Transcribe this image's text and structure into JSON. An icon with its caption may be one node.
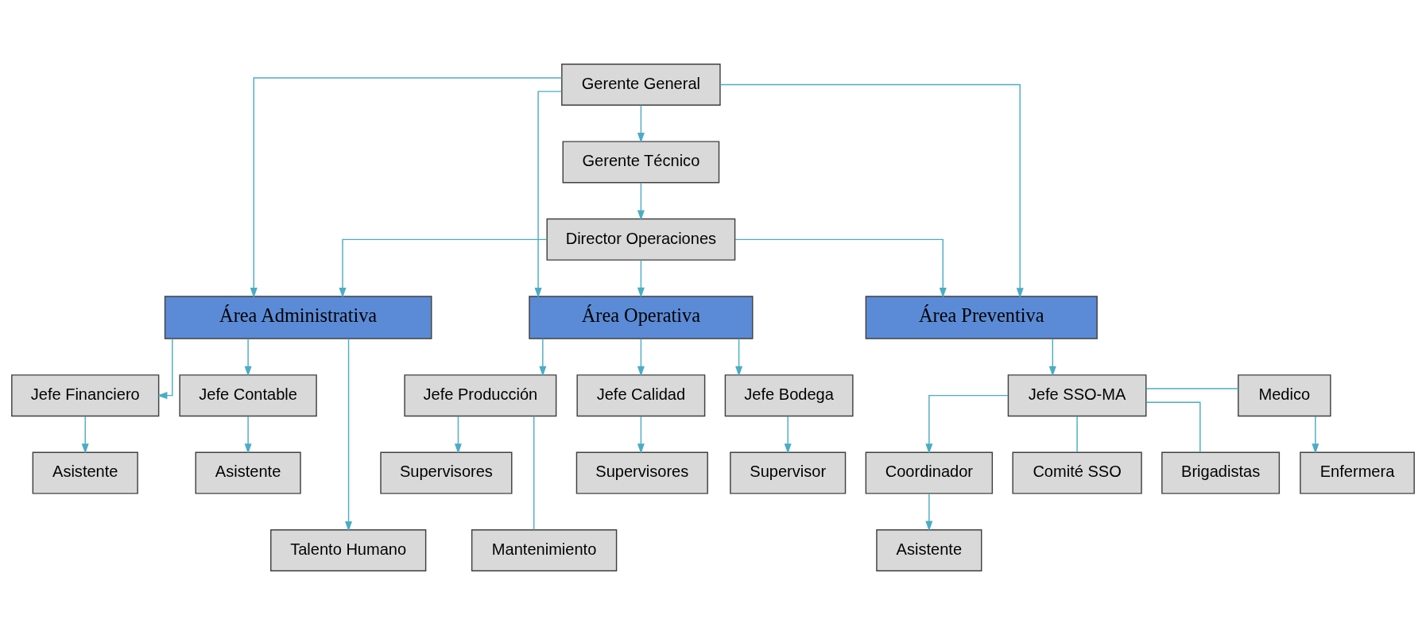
{
  "diagram": {
    "nodes": [
      {
        "text": [
          "Gerente General"
        ]
      },
      {
        "text": [
          "Gerente Técnico"
        ]
      },
      {
        "text": [
          "Director Operaciones"
        ]
      },
      {
        "text": [
          "Área Administrativa"
        ]
      },
      {
        "text": [
          "Área Operativa"
        ]
      },
      {
        "text": [
          "Área Preventiva"
        ]
      },
      {
        "text": [
          "Jefe Financiero"
        ]
      },
      {
        "text": [
          "Jefe Contable"
        ]
      },
      {
        "text": [
          "Jefe Producción"
        ]
      },
      {
        "text": [
          "Jefe Calidad"
        ]
      },
      {
        "text": [
          "Jefe Bodega"
        ]
      },
      {
        "text": [
          "Jefe SSO-MA"
        ]
      },
      {
        "text": [
          "Medico"
        ]
      },
      {
        "text": [
          "Asistente"
        ]
      },
      {
        "text": [
          "Asistente"
        ]
      },
      {
        "text": [
          "Supervisores"
        ]
      },
      {
        "text": [
          "Supervisores"
        ]
      },
      {
        "text": [
          "Supervisor"
        ]
      },
      {
        "text": [
          "Coordinador"
        ]
      },
      {
        "text": [
          "Enfermera"
        ]
      },
      {
        "text": [
          "Talento Humano"
        ]
      },
      {
        "text": [
          "Mantenimiento"
        ]
      },
      {
        "text": [
          "Asistente"
        ]
      },
      {
        "text": [
          "Comité SSO"
        ]
      },
      {
        "text": [
          "Brigadistas"
        ]
      }
    ],
    "edges": [
      {
        "from": 0,
        "to": 1,
        "arrow": "to"
      },
      {
        "from": 1,
        "to": 2,
        "arrow": "to"
      },
      {
        "from": 2,
        "to": 3,
        "arrow": "to"
      },
      {
        "from": 2,
        "to": 4,
        "arrow": "to"
      },
      {
        "from": 2,
        "to": 5,
        "arrow": "to"
      },
      {
        "from": 0,
        "to": 3,
        "arrow": "to"
      },
      {
        "from": 0,
        "to": 4,
        "arrow": "to"
      },
      {
        "from": 0,
        "to": 5,
        "arrow": "to"
      },
      {
        "from": 3,
        "to": 6,
        "arrow": "to"
      },
      {
        "from": 3,
        "to": 7,
        "arrow": "to"
      },
      {
        "from": 3,
        "to": 20,
        "arrow": "to"
      },
      {
        "from": 6,
        "to": 13,
        "arrow": "to"
      },
      {
        "from": 7,
        "to": 14,
        "arrow": "to"
      },
      {
        "from": 4,
        "to": 8,
        "arrow": "to"
      },
      {
        "from": 4,
        "to": 9,
        "arrow": "to"
      },
      {
        "from": 4,
        "to": 10,
        "arrow": "to"
      },
      {
        "from": 8,
        "to": 15,
        "arrow": "to"
      },
      {
        "from": 8,
        "to": 21,
        "arrow": "none"
      },
      {
        "from": 9,
        "to": 16,
        "arrow": "to"
      },
      {
        "from": 10,
        "to": 17,
        "arrow": "to"
      },
      {
        "from": 5,
        "to": 11,
        "arrow": "to"
      },
      {
        "from": 11,
        "to": 12,
        "arrow": "none"
      },
      {
        "from": 12,
        "to": 19,
        "arrow": "to"
      },
      {
        "from": 11,
        "to": 18,
        "arrow": "to"
      },
      {
        "from": 18,
        "to": 22,
        "arrow": "to"
      },
      {
        "from": 11,
        "to": 23,
        "arrow": "none"
      },
      {
        "from": 11,
        "to": 24,
        "arrow": "none"
      }
    ]
  }
}
